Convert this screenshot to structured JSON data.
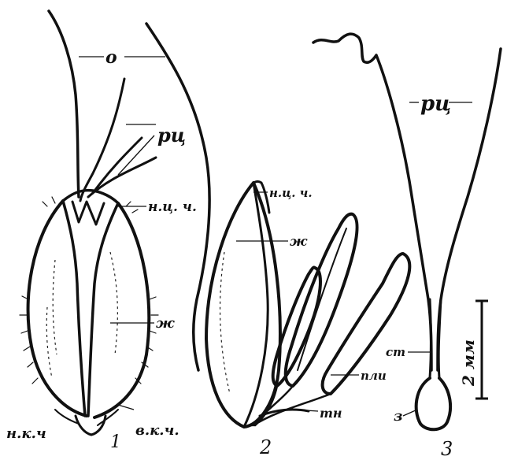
{
  "labels": {
    "awn": "о",
    "stigma_fig1": "рц",
    "stigma_fig3": "рц",
    "upper_floral_scale_fig1": "н.ц. ч.",
    "upper_floral_scale_fig2": "н.ц. ч.",
    "grain_fig1": "ж",
    "grain_fig2": "ж",
    "lower_glume": "н.к.ч",
    "upper_glume": "в.к.ч.",
    "stamen": "пли",
    "lodicule": "тн",
    "style": "ст",
    "ovary": "з",
    "scale_bar": "2 мм"
  },
  "figure_numbers": [
    "1",
    "2",
    "3"
  ]
}
